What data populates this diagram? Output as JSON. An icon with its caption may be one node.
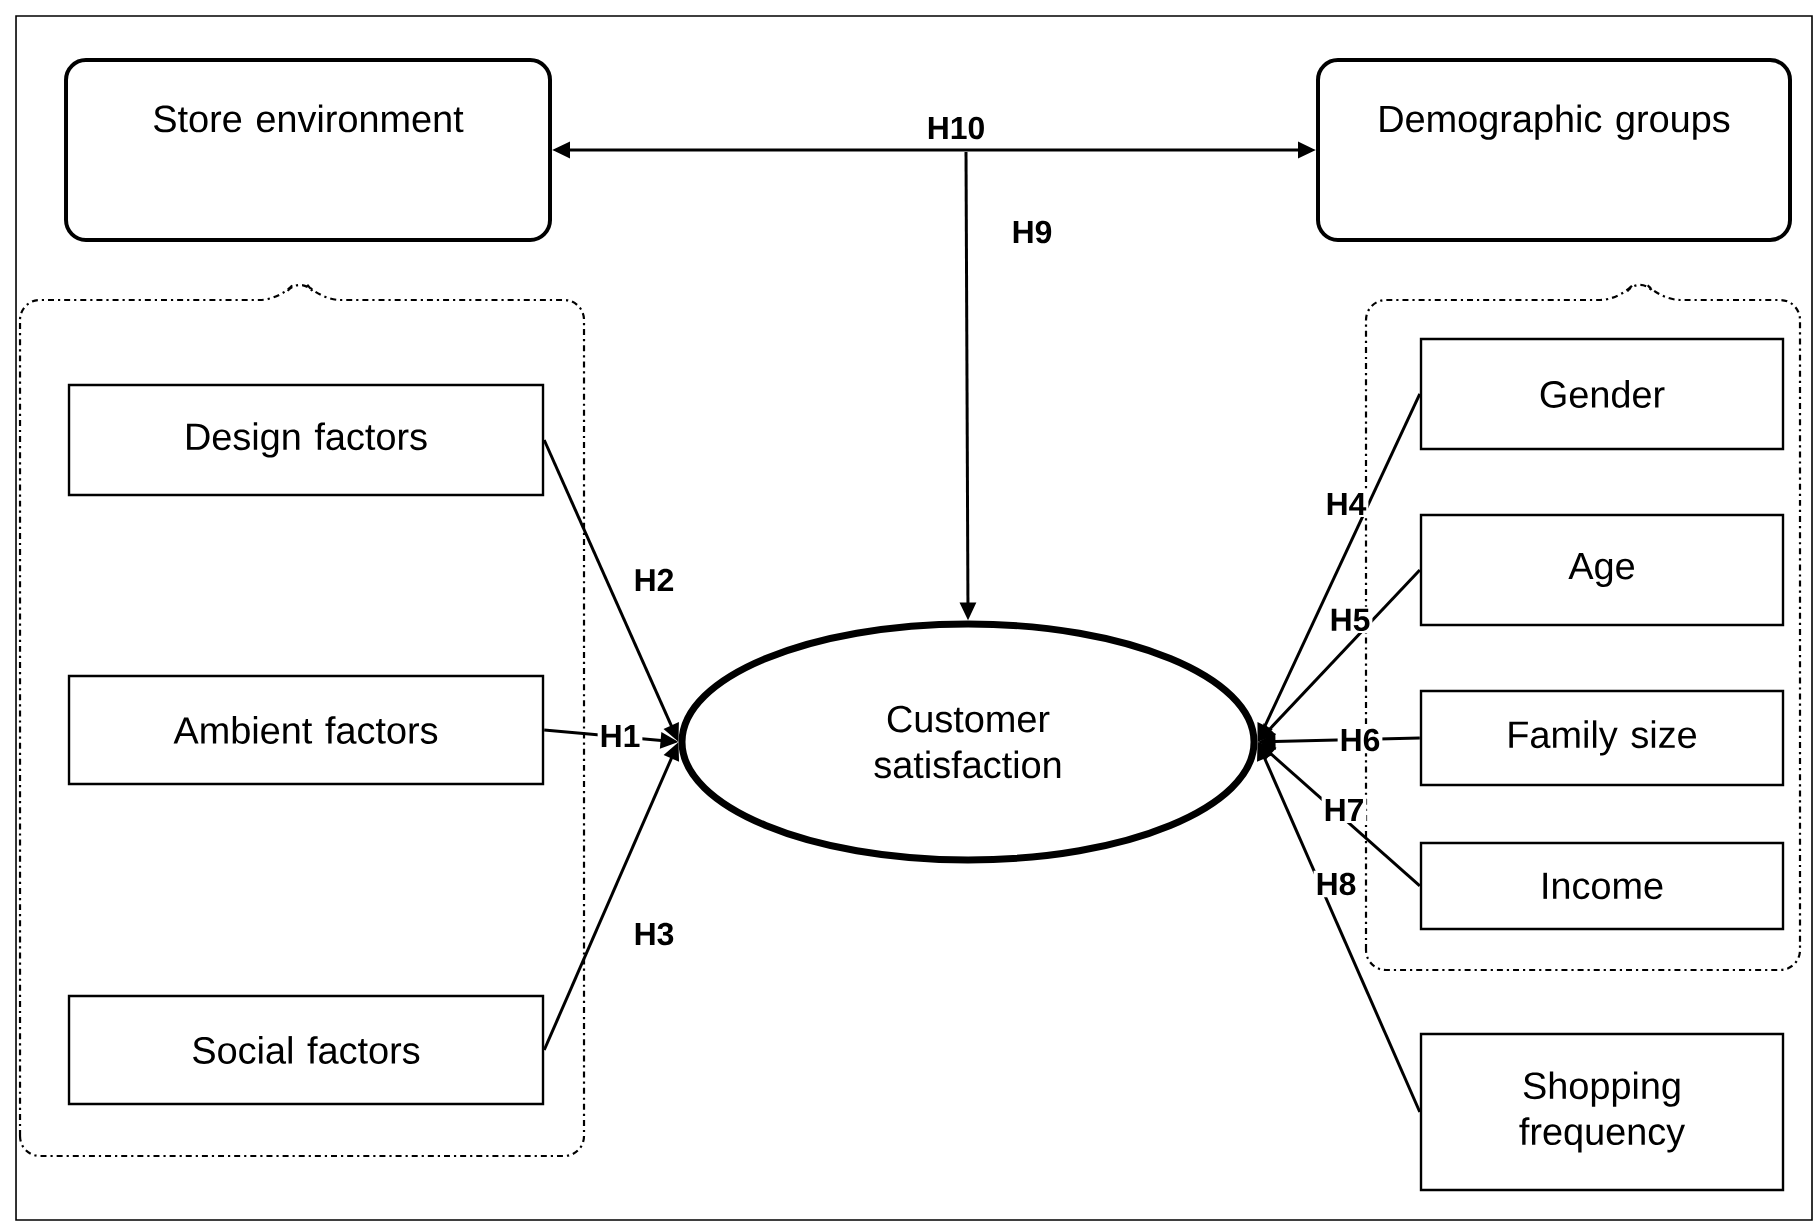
{
  "diagram": {
    "nodes": [
      {
        "text": [
          "Store environment"
        ]
      },
      {
        "text": [
          "Demographic groups"
        ]
      },
      {
        "text": [
          "Design factors"
        ]
      },
      {
        "text": [
          "Ambient factors"
        ]
      },
      {
        "text": [
          "Social factors"
        ]
      },
      {
        "text": [
          "Customer satisfaction"
        ]
      },
      {
        "text": [
          "Gender"
        ]
      },
      {
        "text": [
          "Age"
        ]
      },
      {
        "text": [
          "Family size"
        ]
      },
      {
        "text": [
          "Income"
        ]
      },
      {
        "text": [
          "Shopping frequency"
        ]
      }
    ],
    "edges": [
      {
        "from": 0,
        "to": 1,
        "arrow": "both",
        "label": "H10"
      },
      {
        "from": null,
        "to": 5,
        "arrow": "to",
        "label": "H9"
      },
      {
        "from": 2,
        "to": 5,
        "arrow": "to",
        "label": "H2"
      },
      {
        "from": 3,
        "to": 5,
        "arrow": "to",
        "label": "H1"
      },
      {
        "from": 4,
        "to": 5,
        "arrow": "to",
        "label": "H3"
      },
      {
        "from": 6,
        "to": 5,
        "arrow": "to",
        "label": "H4"
      },
      {
        "from": 7,
        "to": 5,
        "arrow": "to",
        "label": "H5"
      },
      {
        "from": 8,
        "to": 5,
        "arrow": "to",
        "label": "H6"
      },
      {
        "from": 9,
        "to": 5,
        "arrow": "to",
        "label": "H7"
      },
      {
        "from": 10,
        "to": 5,
        "arrow": "to",
        "label": "H8"
      }
    ]
  }
}
